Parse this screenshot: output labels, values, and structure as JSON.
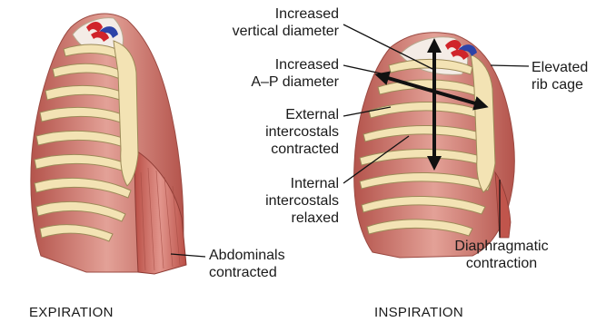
{
  "labels": {
    "increased_vertical": "Increased\nvertical diameter",
    "increased_ap": "Increased\nA–P diameter",
    "external_intercostals": "External\nintercostals\ncontracted",
    "internal_intercostals": "Internal\nintercostals\nrelaxed",
    "abdominals": "Abdominals\ncontracted",
    "elevated_rib_cage": "Elevated\nrib cage",
    "diaphragmatic": "Diaphragmatic\ncontraction"
  },
  "captions": {
    "expiration": "EXPIRATION",
    "inspiration": "INSPIRATION"
  },
  "colors": {
    "bone": "#f3e3b4",
    "bone_stroke": "#9c8a58",
    "muscle": "#cf7b72",
    "muscle_dark": "#a8463f",
    "lung_white": "#f4ece6",
    "artery": "#d0242a",
    "vein": "#2d43a8"
  }
}
